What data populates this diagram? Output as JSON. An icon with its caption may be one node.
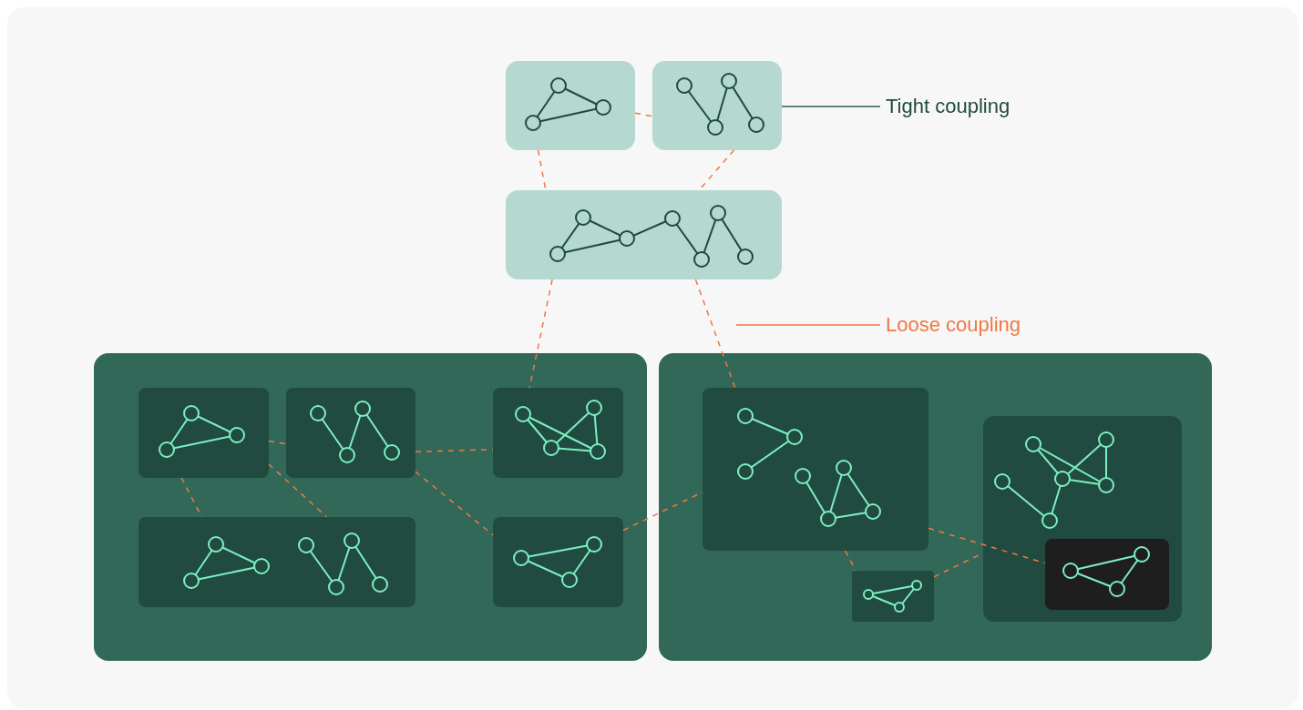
{
  "diagram": {
    "nodes": [
      {
        "text": [],
        "shape": "box"
      },
      {
        "text": [],
        "shape": "box"
      },
      {
        "text": [],
        "shape": "box"
      },
      {
        "text": [],
        "shape": "box"
      },
      {
        "text": [],
        "shape": "box",
        "in": 3
      },
      {
        "text": [],
        "shape": "box",
        "in": 3
      },
      {
        "text": [],
        "shape": "box",
        "in": 3
      },
      {
        "text": [],
        "shape": "box",
        "in": 3
      },
      {
        "text": [],
        "shape": "box",
        "in": 3
      },
      {
        "text": [],
        "shape": "box"
      },
      {
        "text": [],
        "shape": "box",
        "in": 9
      },
      {
        "text": [],
        "shape": "box",
        "in": 9
      },
      {
        "text": [],
        "shape": "box",
        "in": 9
      },
      {
        "text": [],
        "shape": "box",
        "in": 12
      },
      {
        "text": [
          "Tight coupling"
        ]
      },
      {
        "text": [
          "Loose coupling"
        ]
      }
    ],
    "edges": [
      {
        "from": 0,
        "to": 1,
        "arrow": "none",
        "style": "dashed"
      },
      {
        "from": 0,
        "to": 2,
        "arrow": "none",
        "style": "dashed"
      },
      {
        "from": 1,
        "to": 2,
        "arrow": "none",
        "style": "dashed"
      },
      {
        "from": 2,
        "to": 6,
        "arrow": "none",
        "style": "dashed"
      },
      {
        "from": 2,
        "to": 10,
        "arrow": "none",
        "style": "dashed"
      },
      {
        "from": 4,
        "to": 5,
        "arrow": "none",
        "style": "dashed"
      },
      {
        "from": 4,
        "to": 7,
        "arrow": "none",
        "style": "dashed"
      },
      {
        "from": 4,
        "to": 7,
        "arrow": "none",
        "style": "dashed"
      },
      {
        "from": 5,
        "to": 6,
        "arrow": "none",
        "style": "dashed"
      },
      {
        "from": 5,
        "to": 8,
        "arrow": "none",
        "style": "dashed"
      },
      {
        "from": 8,
        "to": 10,
        "arrow": "none",
        "style": "dashed"
      },
      {
        "from": 10,
        "to": 11,
        "arrow": "none",
        "style": "dashed"
      },
      {
        "from": 10,
        "to": 13,
        "arrow": "none",
        "style": "dashed"
      },
      {
        "from": 11,
        "to": 12,
        "arrow": "none",
        "style": "dashed"
      },
      {
        "from": 14,
        "to": 1,
        "arrow": "none",
        "color": "#2a5e52"
      },
      {
        "from": 15,
        "to": null,
        "arrow": "none"
      }
    ]
  }
}
